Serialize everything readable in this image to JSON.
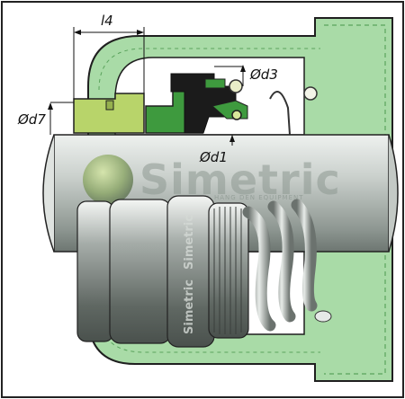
{
  "diagram": {
    "labels": {
      "l4": "l4",
      "d7": "Ød7",
      "d3": "Ød3",
      "d1": "Ød1"
    },
    "watermark": {
      "brand": "Simetric",
      "tagline": "HANG DEN EQUIPMENT"
    },
    "brand_print": "Simetric",
    "colors": {
      "housing": "#a9dba7",
      "housing_dark": "#5aa35c",
      "border": "#1f1f1f",
      "seat_green": "#b8d46a",
      "rotary_green": "#3e9a3e",
      "shaft": "#b9bfbb"
    }
  }
}
